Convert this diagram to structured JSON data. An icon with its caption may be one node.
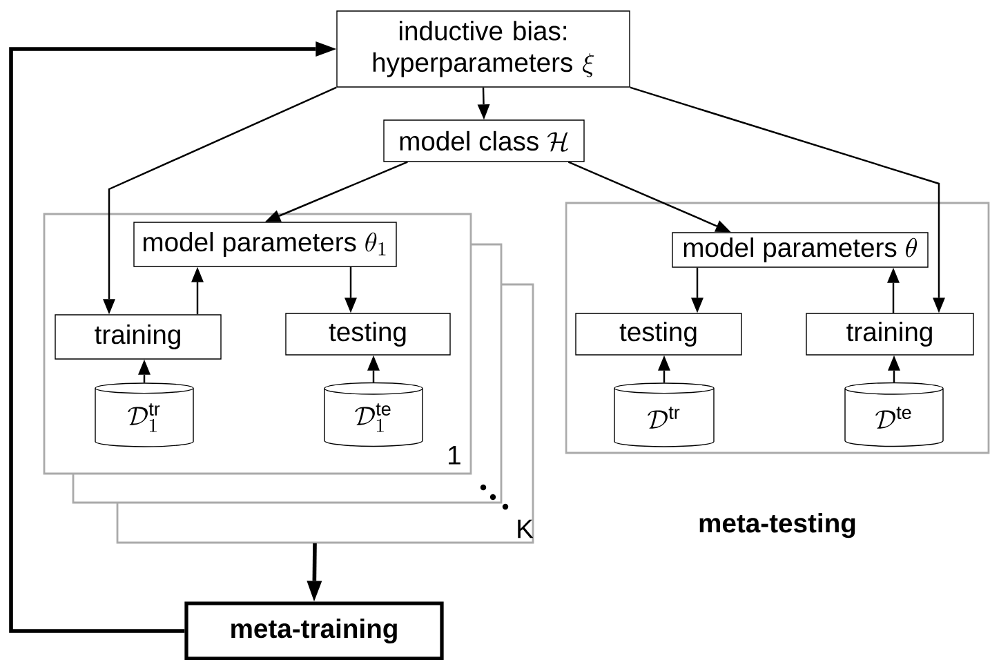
{
  "diagram": {
    "nodes": [
      {
        "text": [
          "inductive bias: hyperparameters",
          "\\xi"
        ]
      },
      {
        "text": [
          "model class",
          "\\mathcal{H}"
        ]
      },
      {
        "text": [
          "1"
        ]
      },
      {
        "text": [
          "model parameters",
          "\\theta_1"
        ],
        "in": 2
      },
      {
        "text": [
          "training"
        ],
        "in": 2
      },
      {
        "text": [
          "testing"
        ],
        "in": 2
      },
      {
        "text": [
          "\\mathcal{D}_1^{\\mathrm{tr}}"
        ],
        "in": 2
      },
      {
        "text": [
          "\\mathcal{D}_1^{\\mathrm{te}}"
        ],
        "in": 2
      },
      {
        "text": [
          "meta-testing"
        ]
      },
      {
        "text": [
          "model parameters",
          "\\theta"
        ],
        "in": 8
      },
      {
        "text": [
          "testing"
        ],
        "in": 8
      },
      {
        "text": [
          "training"
        ],
        "in": 8
      },
      {
        "text": [
          "\\mathcal{D}^{\\mathrm{tr}}"
        ],
        "in": 8
      },
      {
        "text": [
          "\\mathcal{D}^{\\mathrm{te}}"
        ],
        "in": 8
      },
      {
        "text": [
          "meta-training"
        ]
      }
    ],
    "edges": [
      {
        "from": 0,
        "to": 1,
        "arrow": "to"
      },
      {
        "from": 0,
        "to": 4,
        "arrow": "to"
      },
      {
        "from": 0,
        "to": 11,
        "arrow": "to"
      },
      {
        "from": 1,
        "to": 3,
        "arrow": "to"
      },
      {
        "from": 1,
        "to": 9,
        "arrow": "to"
      },
      {
        "from": 4,
        "to": 3,
        "arrow": "to"
      },
      {
        "from": 3,
        "to": 5,
        "arrow": "to"
      },
      {
        "from": 6,
        "to": 4,
        "arrow": "to"
      },
      {
        "from": 7,
        "to": 5,
        "arrow": "to"
      },
      {
        "from": 9,
        "to": 10,
        "arrow": "to"
      },
      {
        "from": 11,
        "to": 9,
        "arrow": "to"
      },
      {
        "from": 12,
        "to": 10,
        "arrow": "to"
      },
      {
        "from": 13,
        "to": 11,
        "arrow": "to"
      },
      {
        "from": null,
        "to": 14,
        "arrow": "to",
        "style": "thick"
      },
      {
        "from": 14,
        "to": 0,
        "arrow": "to",
        "style": "thick"
      }
    ],
    "labels": [
      "K"
    ]
  }
}
